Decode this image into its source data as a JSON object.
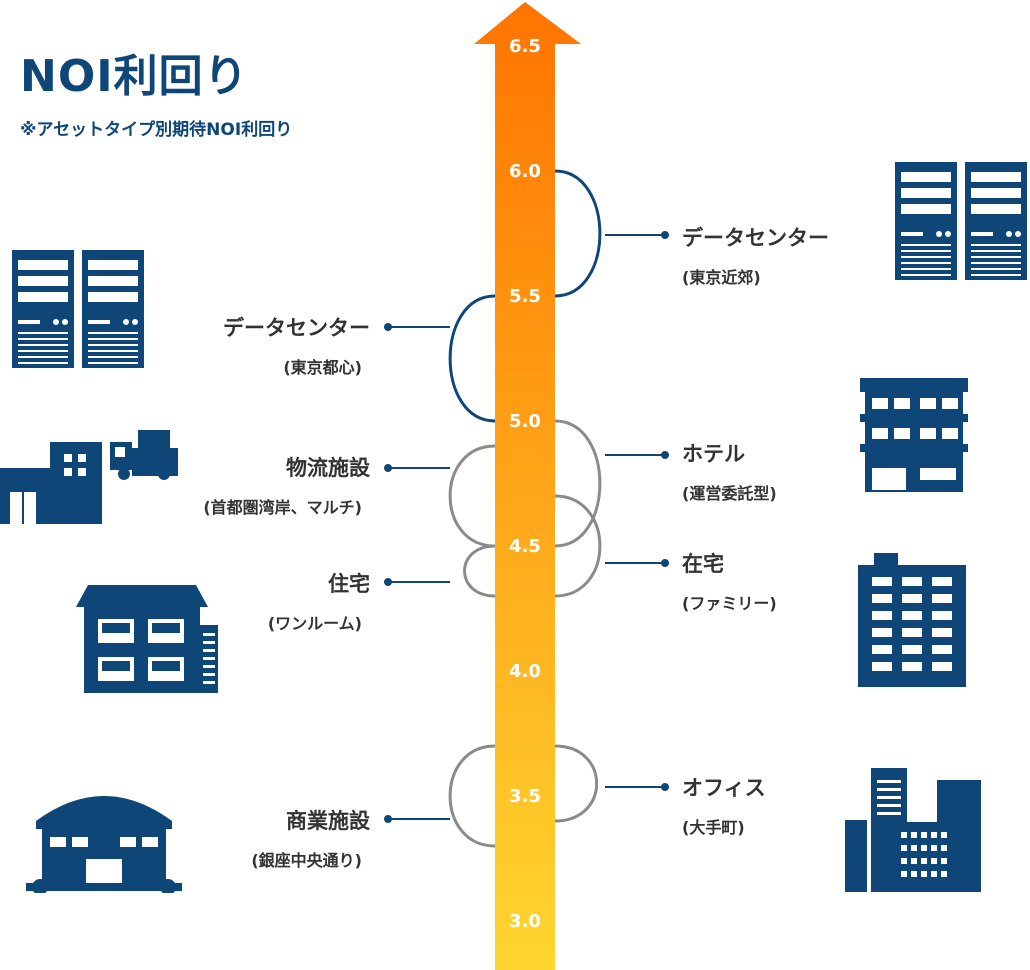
{
  "title": "NOI利回り",
  "subtitle": "※アセットタイプ別期待NOI利回り",
  "colors": {
    "navy": "#0d4677",
    "gray": "#8a8a8a",
    "arrow_top": "#ff7400",
    "arrow_bottom": "#ffd630"
  },
  "chart_data": {
    "type": "range",
    "title": "NOI利回り",
    "subtitle": "※アセットタイプ別期待NOI利回り",
    "axis": {
      "min": 3.0,
      "max": 6.5,
      "ticks": [
        "3.0",
        "3.5",
        "4.0",
        "4.5",
        "5.0",
        "5.5",
        "6.0",
        "6.5"
      ]
    },
    "series": [
      {
        "name": "データセンター",
        "sub": "(東京近郊)",
        "side": "right",
        "low": 5.5,
        "high": 6.0,
        "highlight": true,
        "icon": "server-rack-icon"
      },
      {
        "name": "データセンター",
        "sub": "(東京都心)",
        "side": "left",
        "low": 5.0,
        "high": 5.5,
        "highlight": true,
        "icon": "server-rack-icon"
      },
      {
        "name": "ホテル",
        "sub": "(運営委託型)",
        "side": "right",
        "low": 4.5,
        "high": 5.0,
        "highlight": false,
        "icon": "hotel-icon"
      },
      {
        "name": "物流施設",
        "sub": "(首都圏湾岸、マルチ)",
        "side": "left",
        "low": 4.5,
        "high": 4.9,
        "highlight": false,
        "icon": "warehouse-truck-icon"
      },
      {
        "name": "在宅",
        "sub": "(ファミリー)",
        "side": "right",
        "low": 4.3,
        "high": 4.7,
        "highlight": false,
        "icon": "apartment-tower-icon"
      },
      {
        "name": "住宅",
        "sub": "(ワンルーム)",
        "side": "left",
        "low": 4.3,
        "high": 4.5,
        "highlight": false,
        "icon": "apartment-house-icon"
      },
      {
        "name": "オフィス",
        "sub": "(大手町)",
        "side": "right",
        "low": 3.4,
        "high": 3.7,
        "highlight": false,
        "icon": "office-buildings-icon"
      },
      {
        "name": "商業施設",
        "sub": "(銀座中央通り)",
        "side": "left",
        "low": 3.3,
        "high": 3.7,
        "highlight": false,
        "icon": "shopping-mall-icon"
      }
    ]
  }
}
